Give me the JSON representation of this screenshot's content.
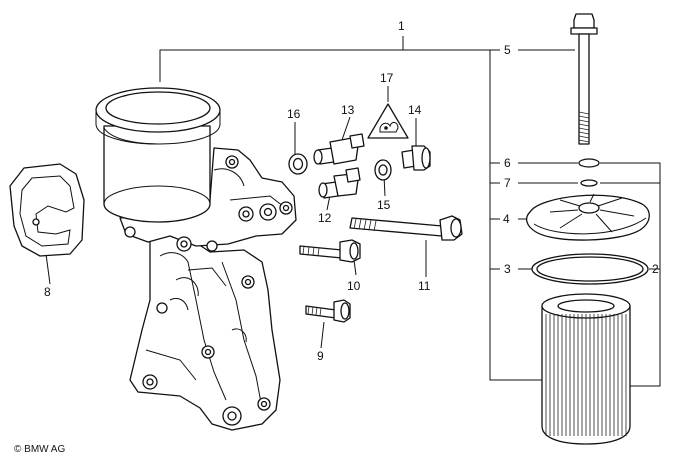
{
  "diagram": {
    "callouts": [
      {
        "id": "c1",
        "text": "1"
      },
      {
        "id": "c2",
        "text": "2"
      },
      {
        "id": "c3",
        "text": "3"
      },
      {
        "id": "c4",
        "text": "4"
      },
      {
        "id": "c5",
        "text": "5"
      },
      {
        "id": "c6",
        "text": "6"
      },
      {
        "id": "c7",
        "text": "7"
      },
      {
        "id": "c8",
        "text": "8"
      },
      {
        "id": "c9",
        "text": "9"
      },
      {
        "id": "c10",
        "text": "10"
      },
      {
        "id": "c11",
        "text": "11"
      },
      {
        "id": "c12",
        "text": "12"
      },
      {
        "id": "c13",
        "text": "13"
      },
      {
        "id": "c14",
        "text": "14"
      },
      {
        "id": "c15",
        "text": "15"
      },
      {
        "id": "c16",
        "text": "16"
      },
      {
        "id": "c17",
        "text": "17"
      }
    ],
    "copyright": "© BMW AG"
  }
}
